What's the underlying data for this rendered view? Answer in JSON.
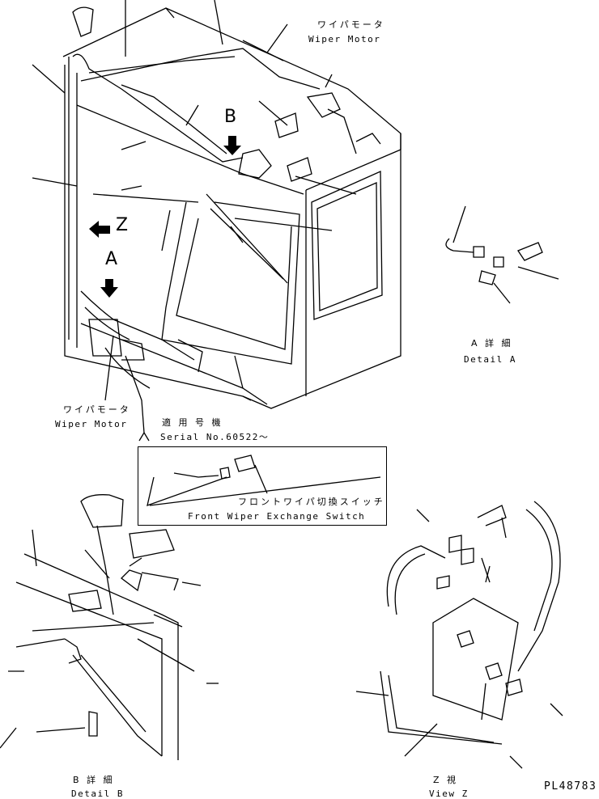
{
  "labels": {
    "wiper_motor_top_jp": "ワイパモータ",
    "wiper_motor_top_en": "Wiper Motor",
    "wiper_motor_left_jp": "ワイパモータ",
    "wiper_motor_left_en": "Wiper Motor",
    "applicable_serial_jp": "適 用 号 機",
    "applicable_serial_en": "Serial No.60522～",
    "switch_jp": "フロントワイパ切換スイッチ",
    "switch_en": "Front Wiper Exchange Switch",
    "detail_a_jp": "A 詳 細",
    "detail_a_en": "Detail A",
    "detail_b_jp": "B 詳 細",
    "detail_b_en": "Detail B",
    "view_z_jp": "Z 視",
    "view_z_en": "View Z",
    "arrow_b": "B",
    "arrow_z": "Z",
    "arrow_a": "A",
    "drawing_code": "PL48783"
  }
}
